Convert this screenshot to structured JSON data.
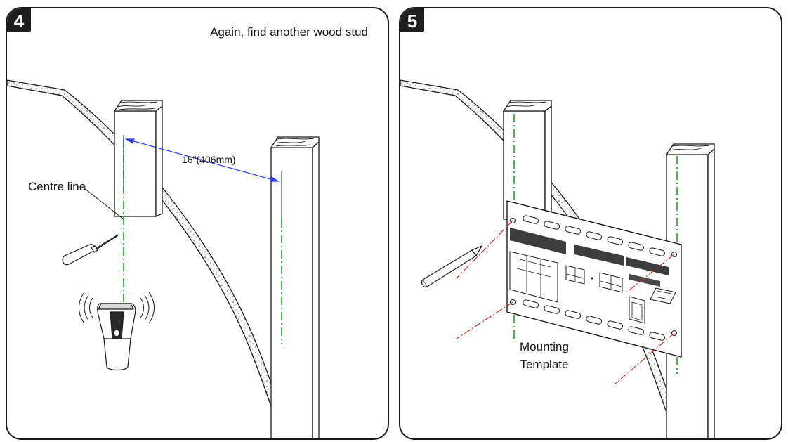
{
  "panels": [
    {
      "step": "4",
      "caption": "Again, find another wood stud",
      "measurement_label": "16\"(406mm)",
      "centre_label": "Centre line"
    },
    {
      "step": "5",
      "template_label_line1": "Mounting",
      "template_label_line2": "Template"
    }
  ],
  "colors": {
    "centre_line": "#2db52d",
    "dimension_line": "#2a3fd6",
    "guide_line": "#d42020",
    "ink": "#1a1a1a"
  }
}
